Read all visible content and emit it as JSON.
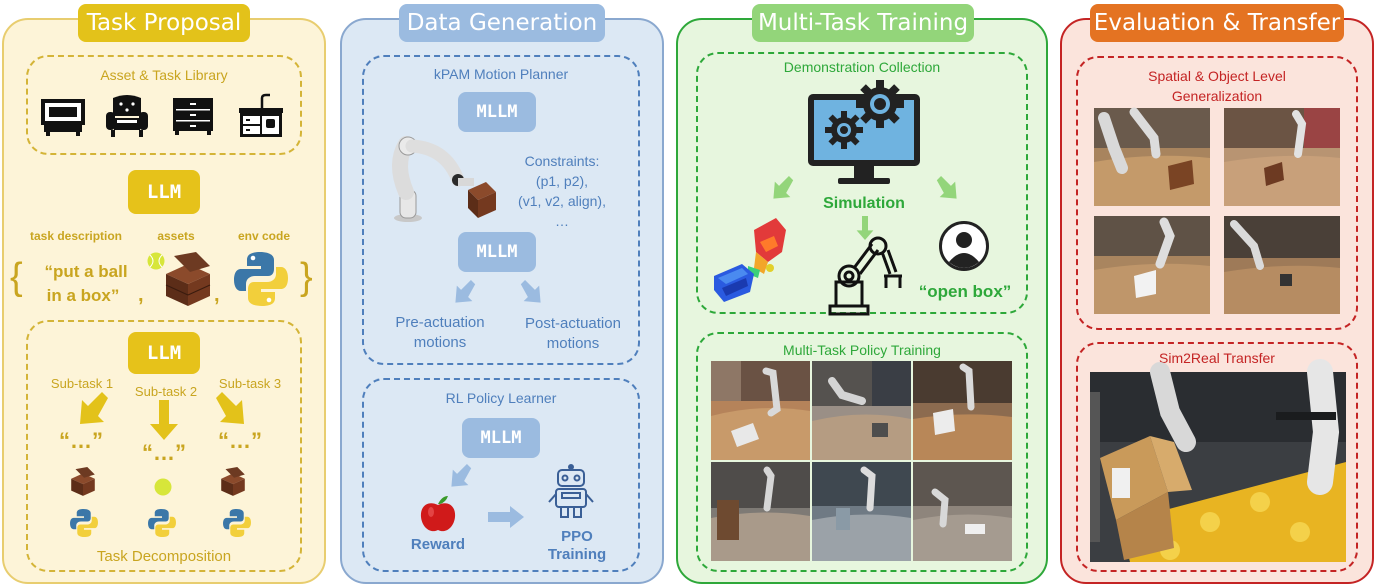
{
  "colors": {
    "task_proposal": "#e3c21a",
    "data_generation": "#9bbbe0",
    "multi_task": "#93d57a",
    "evaluation": "#e47322",
    "green_border": "#2ea83a",
    "red_border": "#c42424",
    "blue_border": "#8aa8cf",
    "yellow_border": "#e8cd6f"
  },
  "task_proposal": {
    "title": "Task Proposal",
    "asset_library": "Asset & Task Library",
    "llm": "LLM",
    "task_description_label": "task description",
    "assets_label": "assets",
    "env_code_label": "env code",
    "brace_open": "{",
    "brace_close": "}",
    "quote_line1": "“put a ball",
    "quote_line2": "in a box”",
    "comma1": ",",
    "comma2": ",",
    "decomp_llm": "LLM",
    "subtask1": "Sub-task 1",
    "subtask2": "Sub-task 2",
    "subtask3": "Sub-task 3",
    "ellipsis": "“…”",
    "task_decomposition": "Task Decomposition"
  },
  "data_generation": {
    "title": "Data Generation",
    "kpam": "kPAM Motion Planner",
    "mllm": "MLLM",
    "constraints": [
      "Constraints:",
      "(p1, p2),",
      "(v1, v2, align),",
      "…"
    ],
    "mllm2": "MLLM",
    "pre_actuation": [
      "Pre-actuation",
      "motions"
    ],
    "post_actuation": [
      "Post-actuation",
      "motions"
    ],
    "rl_learner": "RL Policy Learner",
    "mllm3": "MLLM",
    "reward": "Reward",
    "ppo": [
      "PPO",
      "Training"
    ]
  },
  "multi_task": {
    "title": "Multi-Task Training",
    "demo_collection": "Demonstration Collection",
    "simulation": "Simulation",
    "open_box": "“open box”",
    "policy_training": "Multi-Task Policy Training"
  },
  "evaluation": {
    "title": "Evaluation & Transfer",
    "generalization": [
      "Spatial & Object Level",
      "Generalization"
    ],
    "sim2real": "Sim2Real Transfer"
  }
}
